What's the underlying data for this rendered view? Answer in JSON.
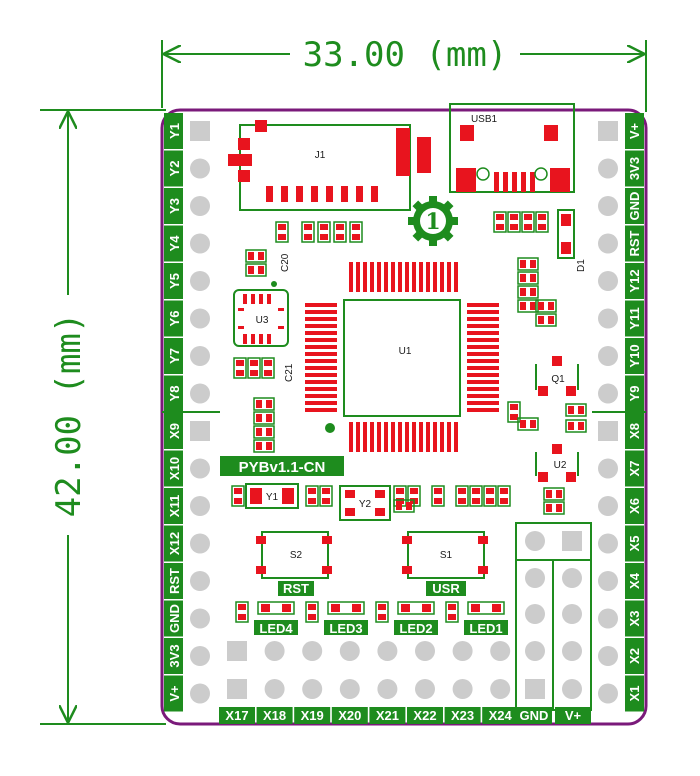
{
  "dimensions": {
    "width_label": "33.00 (mm)",
    "height_label": "42.00 (mm)"
  },
  "board": {
    "name": "PYBv1.1-CN",
    "left_pins": [
      "Y1",
      "Y2",
      "Y3",
      "Y4",
      "Y5",
      "Y6",
      "Y7",
      "Y8",
      "X9",
      "X10",
      "X11",
      "X12",
      "RST",
      "GND",
      "3V3",
      "V+"
    ],
    "right_pins": [
      "V+",
      "3V3",
      "GND",
      "RST",
      "Y12",
      "Y11",
      "Y10",
      "Y9",
      "X8",
      "X7",
      "X6",
      "X5",
      "X4",
      "X3",
      "X2",
      "X1"
    ],
    "bottom_pins": [
      "X17",
      "X18",
      "X19",
      "X20",
      "X21",
      "X22",
      "X23",
      "X24"
    ],
    "header_labels": [
      "GND",
      "V+"
    ],
    "buttons": [
      "RST",
      "USR"
    ],
    "leds": [
      "LED4",
      "LED3",
      "LED2",
      "LED1"
    ],
    "components": {
      "j1": "J1",
      "usb": "USB1",
      "u1": "U1",
      "u2": "U2",
      "u3": "U3",
      "q1": "Q1",
      "d1": "D1",
      "y1": "Y1",
      "y2": "Y2",
      "s1": "S1",
      "s2": "S2",
      "c20": "C20",
      "c21": "C21",
      "logo": "1"
    }
  },
  "colors": {
    "outline": "#7a1a7a",
    "silkscreen": "#1e8c1e",
    "pad": "#cccccc",
    "copper": "#e8141e"
  }
}
